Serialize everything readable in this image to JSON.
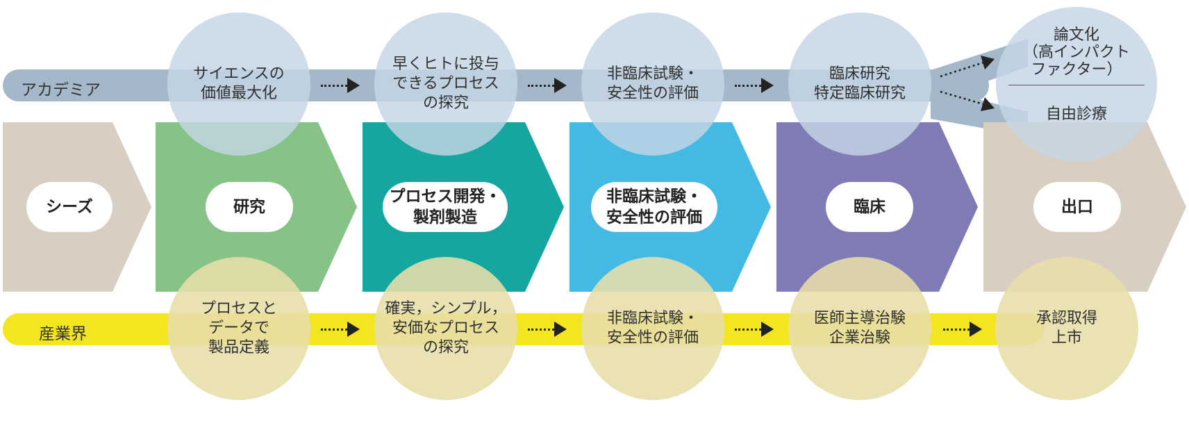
{
  "bands": {
    "academia": {
      "label": "アカデミア",
      "color": "#a4b8ca"
    },
    "industry": {
      "label": "産業界",
      "color": "#f3e51f"
    }
  },
  "stages": [
    {
      "label": "シーズ",
      "color": "#d8cfc2"
    },
    {
      "label": "研究",
      "color": "#87c386"
    },
    {
      "label": "プロセス開発・\n製剤製造",
      "color": "#15a79f"
    },
    {
      "label": "非臨床試験・\n安全性の評価",
      "color": "#44b9e3"
    },
    {
      "label": "臨床",
      "color": "#7f7cb5"
    },
    {
      "label": "出口",
      "color": "#d8cfc2"
    }
  ],
  "academia_circles": [
    "サイエンスの\n価値最大化",
    "早くヒトに投与\nできるプロセス\nの探究",
    "非臨床試験・\n安全性の評価",
    "臨床研究\n特定臨床研究"
  ],
  "academia_outcomes": {
    "publication": "論文化\n（高インパクト\nファクター）",
    "free_care": "自由診療"
  },
  "industry_circles": [
    "プロセスと\nデータで\n製品定義",
    "確実，シンプル，\n安価なプロセス\nの探究",
    "非臨床試験・\n安全性の評価",
    "医師主導治験\n企業治験",
    "承認取得\n上市"
  ]
}
